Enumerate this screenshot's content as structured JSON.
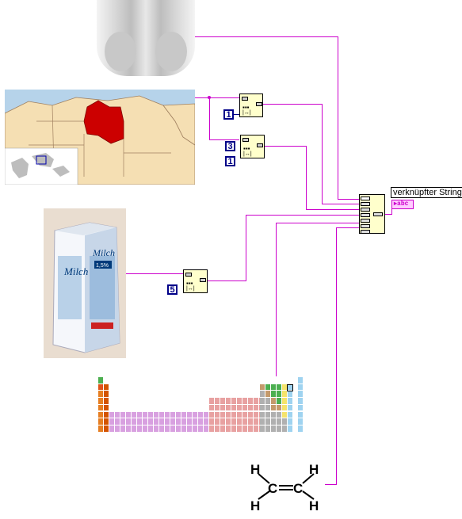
{
  "constants": {
    "c1": "1",
    "c2": "3",
    "c3": "1",
    "c4": "5"
  },
  "indicator": {
    "label": "verknüpfter String",
    "type_tag": "abc"
  },
  "milk": {
    "brand": "Milch",
    "fat": "1,5%"
  },
  "molecule": {
    "atoms": [
      "H",
      "C",
      "C",
      "H",
      "H",
      "H"
    ]
  },
  "colors": {
    "wire": "#cc00cc",
    "node_fill": "#ffffcc",
    "constant_border": "#000088",
    "libya_red": "#cc0000",
    "map_land": "#f5dfb3",
    "map_sea": "#b6d3ea"
  }
}
